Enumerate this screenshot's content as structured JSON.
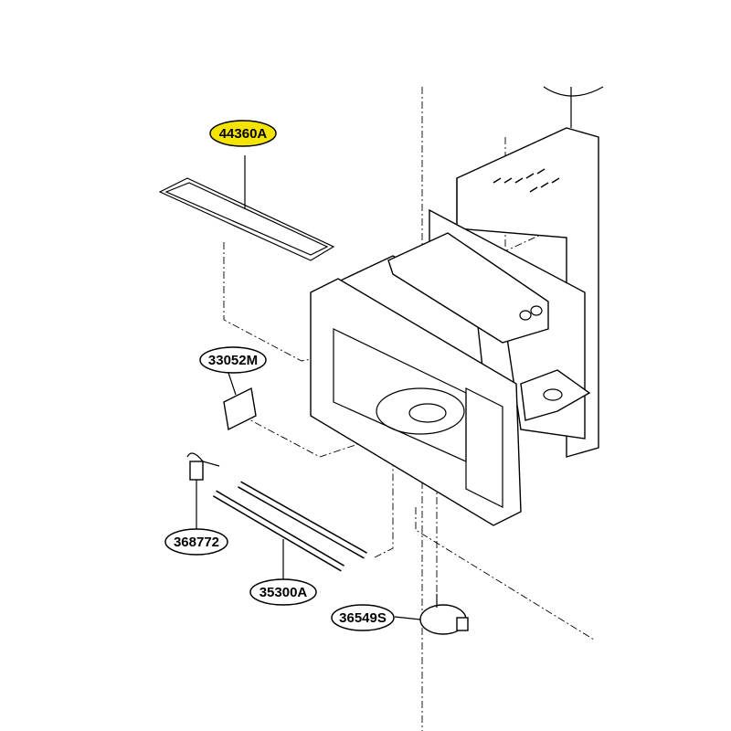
{
  "diagram": {
    "highlight_color": "#f5e400",
    "labels": [
      {
        "id": "44360A",
        "highlighted": true
      },
      {
        "id": "33052M",
        "highlighted": false
      },
      {
        "id": "368772",
        "highlighted": false
      },
      {
        "id": "35300A",
        "highlighted": false
      },
      {
        "id": "36549S",
        "highlighted": false
      }
    ]
  }
}
